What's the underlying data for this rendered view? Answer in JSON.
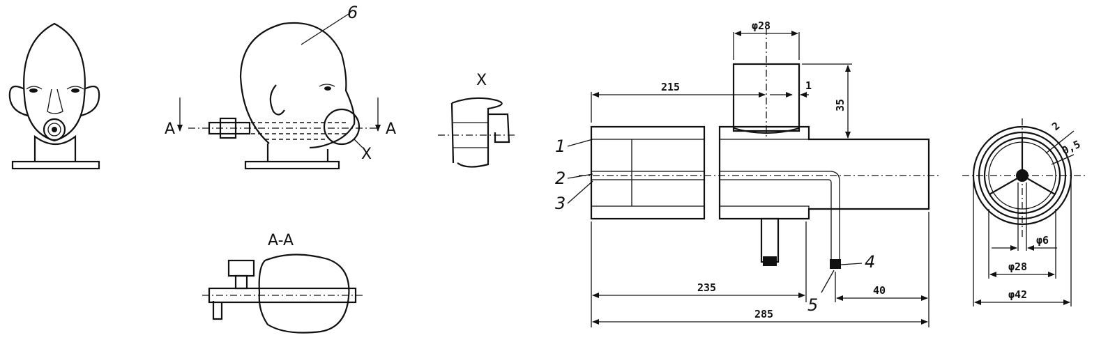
{
  "views": {
    "front_view": {},
    "side_view": {
      "part_label": "6",
      "section_left": "A",
      "section_right": "A",
      "detail_marker": "X"
    },
    "detail_x": {
      "title": "X"
    },
    "section_aa": {
      "title": "A-A"
    },
    "tube_drawing": {
      "callouts": [
        "1",
        "2",
        "3",
        "4",
        "5"
      ],
      "dims": {
        "d28_top": "φ28",
        "d215": "215",
        "d1": "1",
        "d35": "35",
        "d235": "235",
        "d40": "40",
        "d285": "285"
      }
    },
    "end_view": {
      "dims": {
        "d2": "2",
        "d05": "0,5",
        "d6": "φ6",
        "d28": "φ28",
        "d42": "φ42"
      }
    }
  }
}
